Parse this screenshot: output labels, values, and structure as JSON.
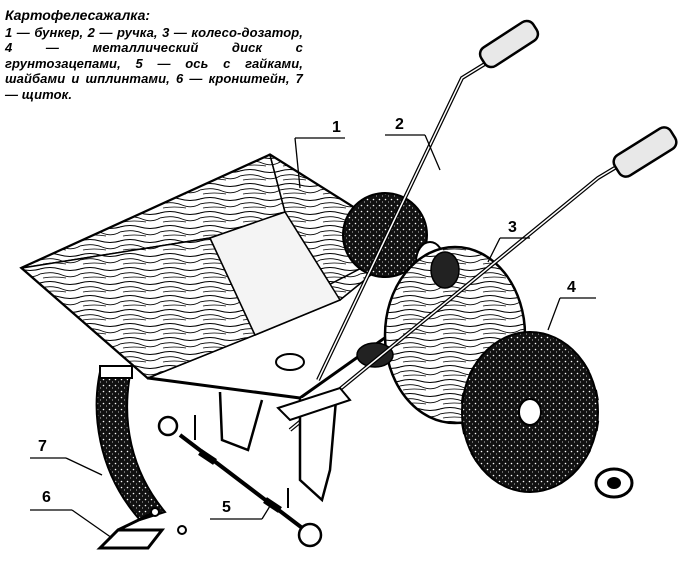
{
  "caption": {
    "title": "Картофелесажалка:",
    "text": "1 — бункер, 2 — ручка, 3 — колесо-дозатор, 4 — металлический диск с грунтозацепами, 5 — ось с гайками, шайбами и шплинтами, 6 — кронштейн, 7 — щиток."
  },
  "callouts": [
    {
      "number": "1",
      "part": "бункер"
    },
    {
      "number": "2",
      "part": "ручка"
    },
    {
      "number": "3",
      "part": "колесо-дозатор"
    },
    {
      "number": "4",
      "part": "металлический диск с грунтозацепами"
    },
    {
      "number": "5",
      "part": "ось с гайками, шайбами и шплинтами"
    },
    {
      "number": "6",
      "part": "кронштейн"
    },
    {
      "number": "7",
      "part": "щиток"
    }
  ],
  "colors": {
    "ink": "#000000",
    "paper": "#ffffff",
    "wood": "#dcdcdc",
    "metal": "#1a1a1a"
  }
}
